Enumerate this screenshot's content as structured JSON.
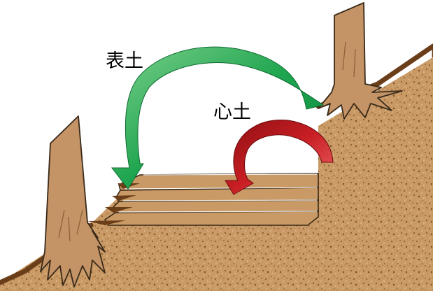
{
  "labels": {
    "topsoil": "表土",
    "subsoil": "心土"
  },
  "colors": {
    "soil": "#C99A65",
    "soil_speck_dark": "#8A5F33",
    "soil_speck_light": "#E6C9A0",
    "ground_line": "#6B3E1A",
    "trunk": "#C49366",
    "outline": "#3A2A1A",
    "topsoil_arrow_light": "#7BD08B",
    "topsoil_arrow_dark": "#0D8A3D",
    "subsoil_arrow_light": "#F06A6A",
    "subsoil_arrow_dark": "#8B0F12",
    "terrace_layer": "#C99A65"
  },
  "icons": {
    "trees": [
      "tree-trunk-left",
      "tree-trunk-right"
    ],
    "arrows": [
      "curved-arrow-topsoil",
      "curved-arrow-subsoil"
    ]
  }
}
